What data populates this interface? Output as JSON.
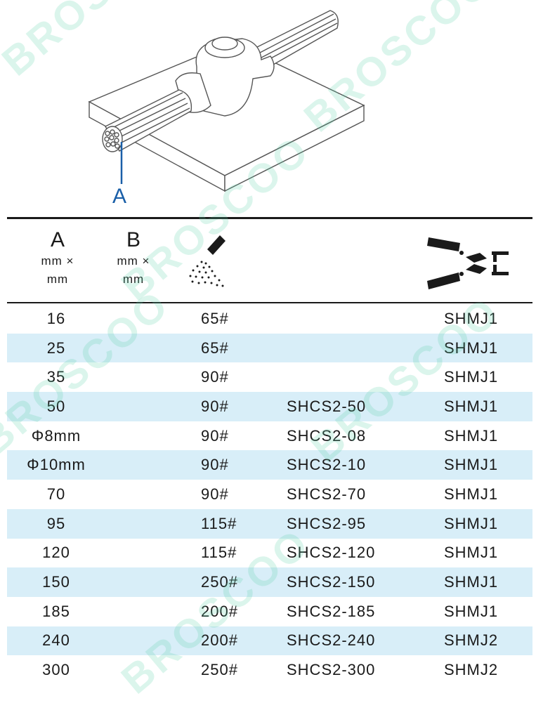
{
  "illustration": {
    "pointer_label": "A"
  },
  "header": {
    "col_a": {
      "label": "A",
      "unit_line1": "mm ×",
      "unit_line2": "mm"
    },
    "col_b": {
      "label": "B",
      "unit_line1": "mm ×",
      "unit_line2": "mm"
    },
    "powder_icon": "welding-powder-icon",
    "tool_icon": "handle-clamp-icon"
  },
  "rows": [
    {
      "a": "16",
      "powder": "65#",
      "mold": "",
      "tool": "SHMJ1"
    },
    {
      "a": "25",
      "powder": "65#",
      "mold": "",
      "tool": "SHMJ1"
    },
    {
      "a": "35",
      "powder": "90#",
      "mold": "",
      "tool": "SHMJ1"
    },
    {
      "a": "50",
      "powder": "90#",
      "mold": "SHCS2-50",
      "tool": "SHMJ1"
    },
    {
      "a": "Φ8mm",
      "powder": "90#",
      "mold": "SHCS2-08",
      "tool": "SHMJ1"
    },
    {
      "a": "Φ10mm",
      "powder": "90#",
      "mold": "SHCS2-10",
      "tool": "SHMJ1"
    },
    {
      "a": "70",
      "powder": "90#",
      "mold": "SHCS2-70",
      "tool": "SHMJ1"
    },
    {
      "a": "95",
      "powder": "115#",
      "mold": "SHCS2-95",
      "tool": "SHMJ1"
    },
    {
      "a": "120",
      "powder": "115#",
      "mold": "SHCS2-120",
      "tool": "SHMJ1"
    },
    {
      "a": "150",
      "powder": "250#",
      "mold": "SHCS2-150",
      "tool": "SHMJ1"
    },
    {
      "a": "185",
      "powder": "200#",
      "mold": "SHCS2-185",
      "tool": "SHMJ1"
    },
    {
      "a": "240",
      "powder": "200#",
      "mold": "SHCS2-240",
      "tool": "SHMJ2"
    },
    {
      "a": "300",
      "powder": "250#",
      "mold": "SHCS2-300",
      "tool": "SHMJ2"
    }
  ],
  "watermark": {
    "text": "BROSCOO"
  },
  "colors": {
    "row_alt": "#d8eef8",
    "pointer": "#1a5fa8",
    "watermark": "#5ad2aa"
  }
}
